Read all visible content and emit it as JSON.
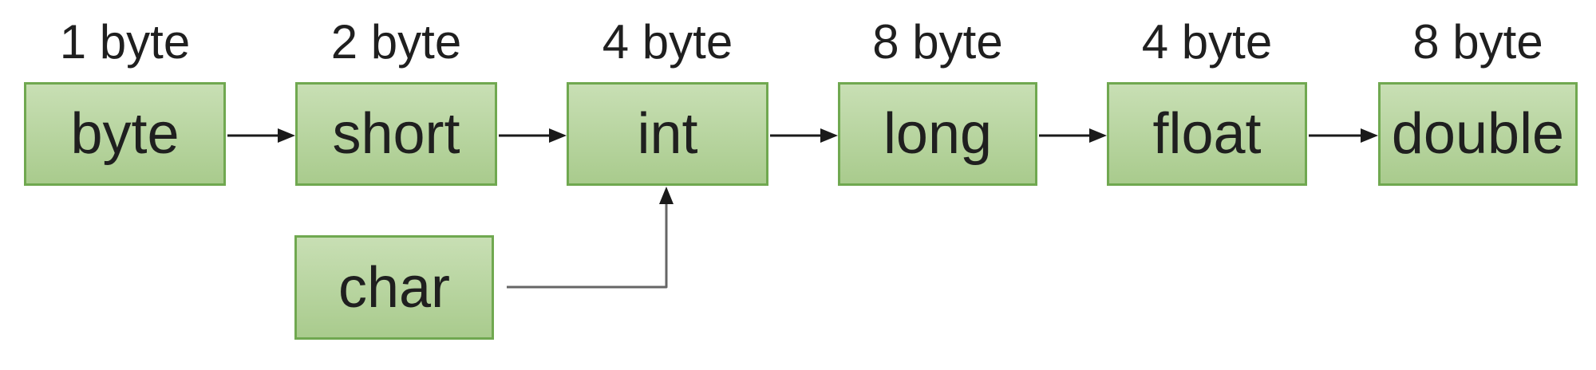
{
  "nodes": [
    {
      "id": "byte",
      "type_label": "byte",
      "size_label": "1 byte"
    },
    {
      "id": "short",
      "type_label": "short",
      "size_label": "2 byte"
    },
    {
      "id": "int",
      "type_label": "int",
      "size_label": "4 byte"
    },
    {
      "id": "long",
      "type_label": "long",
      "size_label": "8 byte"
    },
    {
      "id": "float",
      "type_label": "float",
      "size_label": "4 byte"
    },
    {
      "id": "double",
      "type_label": "double",
      "size_label": "8 byte"
    }
  ],
  "char_node": {
    "id": "char",
    "type_label": "char"
  },
  "edges": [
    {
      "from": "byte",
      "to": "short",
      "style": "straight-black-arrow"
    },
    {
      "from": "short",
      "to": "int",
      "style": "straight-black-arrow"
    },
    {
      "from": "int",
      "to": "long",
      "style": "straight-black-arrow"
    },
    {
      "from": "long",
      "to": "float",
      "style": "straight-black-arrow"
    },
    {
      "from": "float",
      "to": "double",
      "style": "straight-black-arrow"
    },
    {
      "from": "char",
      "to": "int",
      "style": "elbow-gray-arrow"
    }
  ],
  "colors": {
    "box_fill_top": "#c8dfb4",
    "box_fill_bottom": "#a9cb8d",
    "box_border": "#70a850",
    "arrow": "#1a1a1a",
    "connector": "#666666",
    "text": "#1f1f1f",
    "background": "#ffffff"
  }
}
